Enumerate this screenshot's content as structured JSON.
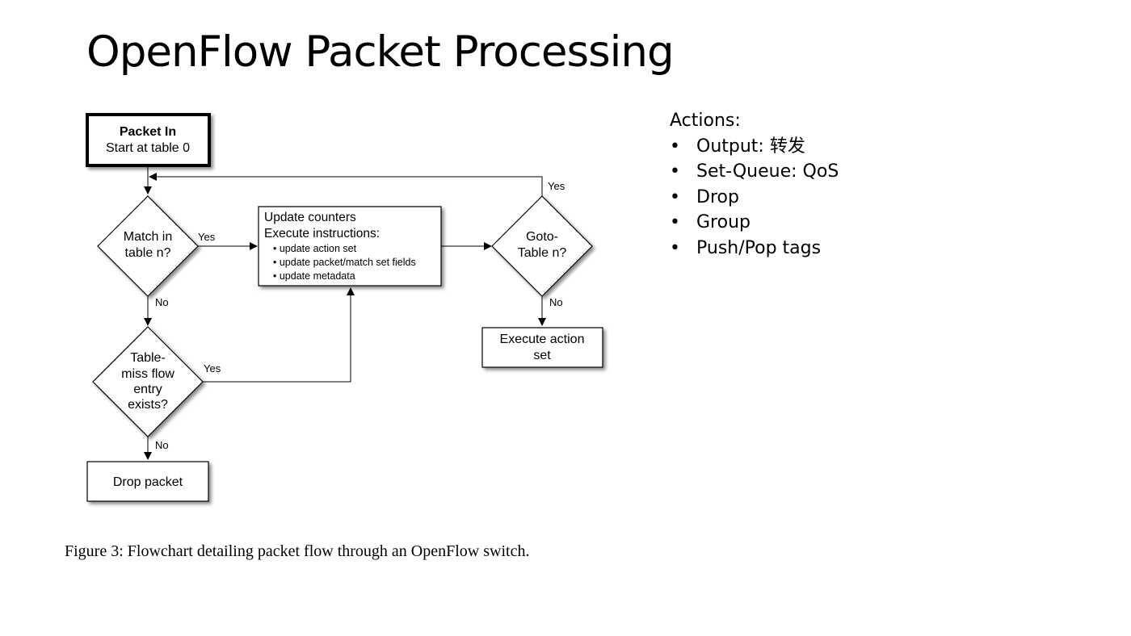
{
  "slide": {
    "title": "OpenFlow Packet Processing"
  },
  "flowchart": {
    "start_title": "Packet In",
    "start_sub": "Start at table 0",
    "match_line1": "Match in",
    "match_line2": "table n?",
    "update_line1": "Update counters",
    "update_line2": "Execute instructions:",
    "update_bullets": [
      "update action set",
      "update packet/match set fields",
      "update metadata"
    ],
    "goto_line1": "Goto-",
    "goto_line2": "Table n?",
    "miss_lines": [
      "Table-",
      "miss flow",
      "entry",
      "exists?"
    ],
    "execute_line1": "Execute action",
    "execute_line2": "set",
    "drop_label": "Drop packet",
    "yes_label": "Yes",
    "no_label": "No"
  },
  "caption": "Figure 3: Flowchart detailing packet flow through an OpenFlow switch.",
  "actions": {
    "heading": "Actions:",
    "bullet_char": "•",
    "items": [
      "Output: 转发",
      "Set-Queue: QoS",
      "Drop",
      "Group",
      "Push/Pop tags"
    ]
  }
}
